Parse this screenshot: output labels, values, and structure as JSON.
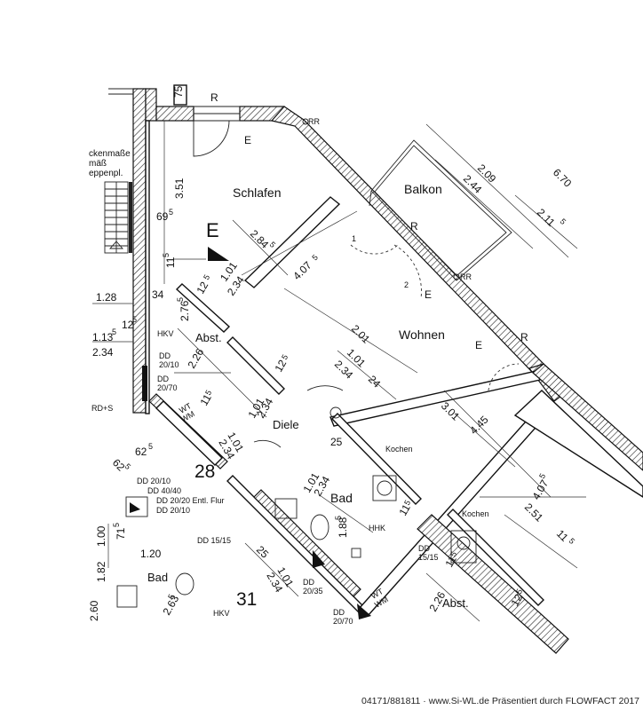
{
  "rooms": {
    "schlafen": "Schlafen",
    "balkon": "Balkon",
    "wohnen": "Wohnen",
    "abst": "Abst.",
    "diele": "Diele",
    "bad": "Bad",
    "kochen": "Kochen",
    "bad_lower": "Bad",
    "abst_lower": "Abst.",
    "kochen_right": "Kochen"
  },
  "units": {
    "unit_28": "28",
    "unit_31": "31"
  },
  "marks": {
    "R": "R",
    "E": "E",
    "RR": "RR",
    "entry_letter": "E",
    "door_1": "1",
    "door_2": "2"
  },
  "dimensions": {
    "d209": "2.09",
    "d244": "2.44",
    "d211": "2.11",
    "d211_sup": "5",
    "d670": "6.70",
    "d351": "3.51",
    "d695": "69",
    "d695_sup": "5",
    "d284": "2.84",
    "d284_sup": "5",
    "d407": "4.07",
    "d407_sup": "5",
    "d11": "11",
    "d11_sup": "5",
    "d101a": "1.01",
    "d234a": "2.34",
    "d125a": "12",
    "d125a_sup": "5",
    "d276": "2.76",
    "d276_sup": "5",
    "d128": "1.28",
    "d34": "34",
    "d1135": "1.13",
    "d1135_sup": "5",
    "d125b": "12",
    "d125b_sup": "5",
    "d234b": "2.34",
    "d201": "2.01",
    "d101b": "1.01",
    "d234c": "2.34",
    "d24": "24",
    "d226": "2.26",
    "d125c": "12",
    "d125c_sup": "5",
    "d101c": "1.01",
    "d234d": "2.34",
    "d115": "11",
    "d115_sup": "5",
    "d301": "3.01",
    "d445": "4.45",
    "d625": "62",
    "d625_sup": "5",
    "d101d": "1.01",
    "d234e": "2.34",
    "d25": "25",
    "d101e": "1.01",
    "d234f": "2.34",
    "d188": "1.88",
    "d188_sup": "5",
    "d115b": "11",
    "d115b_sup": "5",
    "d407b": "4.07",
    "d407b_sup": "5",
    "d251": "2.51",
    "d115c": "11",
    "d115c_sup": "5",
    "d100": "1.00",
    "d715": "71",
    "d715_sup": "5",
    "d120": "1.20",
    "d182": "1.82",
    "d263": "2.63",
    "d263_sup": "5",
    "d25b": "25",
    "d101f": "1.01",
    "d234g": "2.34",
    "d226b": "2.26",
    "d125d": "12",
    "d125d_sup": "5",
    "d115d": "11",
    "d115d_sup": "5",
    "d260": "2.60",
    "d75": "75",
    "d625b": "62",
    "d625b_sup": "5"
  },
  "labels": {
    "eckenmasse": "ckenmaße",
    "mass": "mäß",
    "eppenpl": "eppenpl.",
    "hkv": "HKV",
    "dd_20_10": "DD",
    "dd_20_10_val": "20/10",
    "dd_20_70": "DD",
    "dd_20_70_val": "20/70",
    "rd_s": "RD+S",
    "wt_wm": "WT",
    "wt_wm2": "WM",
    "hhk": "HHK",
    "dd_15_15": "DD",
    "dd_15_15_val": "15/15",
    "dd_20_35": "DD",
    "dd_20_35_val": "20/35",
    "dd_20_70b": "DD",
    "dd_20_70b_val": "20/70",
    "hkv2": "HKV",
    "dd_list_1": "DD 20/10",
    "dd_list_2": "DD 40/40",
    "dd_list_3": "DD 20/20  Entl. Flur",
    "dd_list_4": "DD 20/10",
    "dd_list_5": "DD 15/15",
    "wt_wm_b": "WT",
    "wt_wm_b2": "WM"
  },
  "footer": "04171/881811 · www.Si-WL.de Präsentiert durch FLOWFACT 2017"
}
